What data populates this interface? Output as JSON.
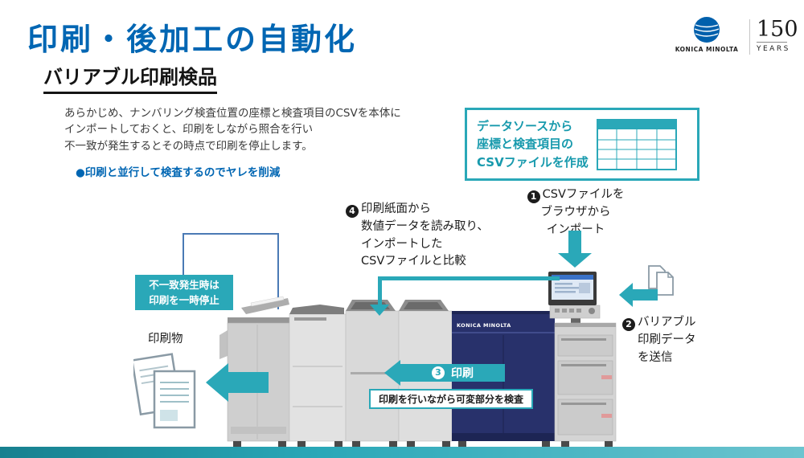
{
  "page": {
    "title": "印刷・後加工の自動化",
    "subtitle": "バリアブル印刷検品"
  },
  "logo": {
    "brand": "KONICA MINOLTA",
    "years_number": "150",
    "years_label": "YEARS"
  },
  "intro": {
    "line1": "あらかじめ、ナンバリング検査位置の座標と検査項目のCSVを本体に",
    "line2": "インポートしておくと、印刷をしながら照合を行い",
    "line3": "不一致が発生するとその時点で印刷を停止します。",
    "bullet": "●印刷と並行して検査するのでヤレを削減"
  },
  "csv_box": {
    "line1": "データソースから",
    "line2": "座標と検査項目の",
    "line3": "CSVファイルを作成"
  },
  "step1": {
    "num": "1",
    "line1": "CSVファイルを",
    "line2": "ブラウザから",
    "line3": "インポート"
  },
  "step2": {
    "num": "2",
    "line1": "バリアブル",
    "line2": "印刷データ",
    "line3": "を送信"
  },
  "step3": {
    "num": "3",
    "label": "印刷"
  },
  "step4": {
    "num": "4",
    "line1": "印刷紙面から",
    "line2": "数値データを読み取り、",
    "line3": "インポートした",
    "line4": "CSVファイルと比較"
  },
  "pause_box": {
    "line1": "不一致発生時は",
    "line2": "印刷を一時停止"
  },
  "output_label": "印刷物",
  "inspect_box": {
    "label": "印刷を行いながら可変部分を検査"
  },
  "printer": {
    "brand": "KONICA MINOLTA"
  },
  "colors": {
    "accent_blue": "#0066b3",
    "teal": "#2aa8b8",
    "navy": "#28316b",
    "connector_blue": "#4a7ab5"
  }
}
